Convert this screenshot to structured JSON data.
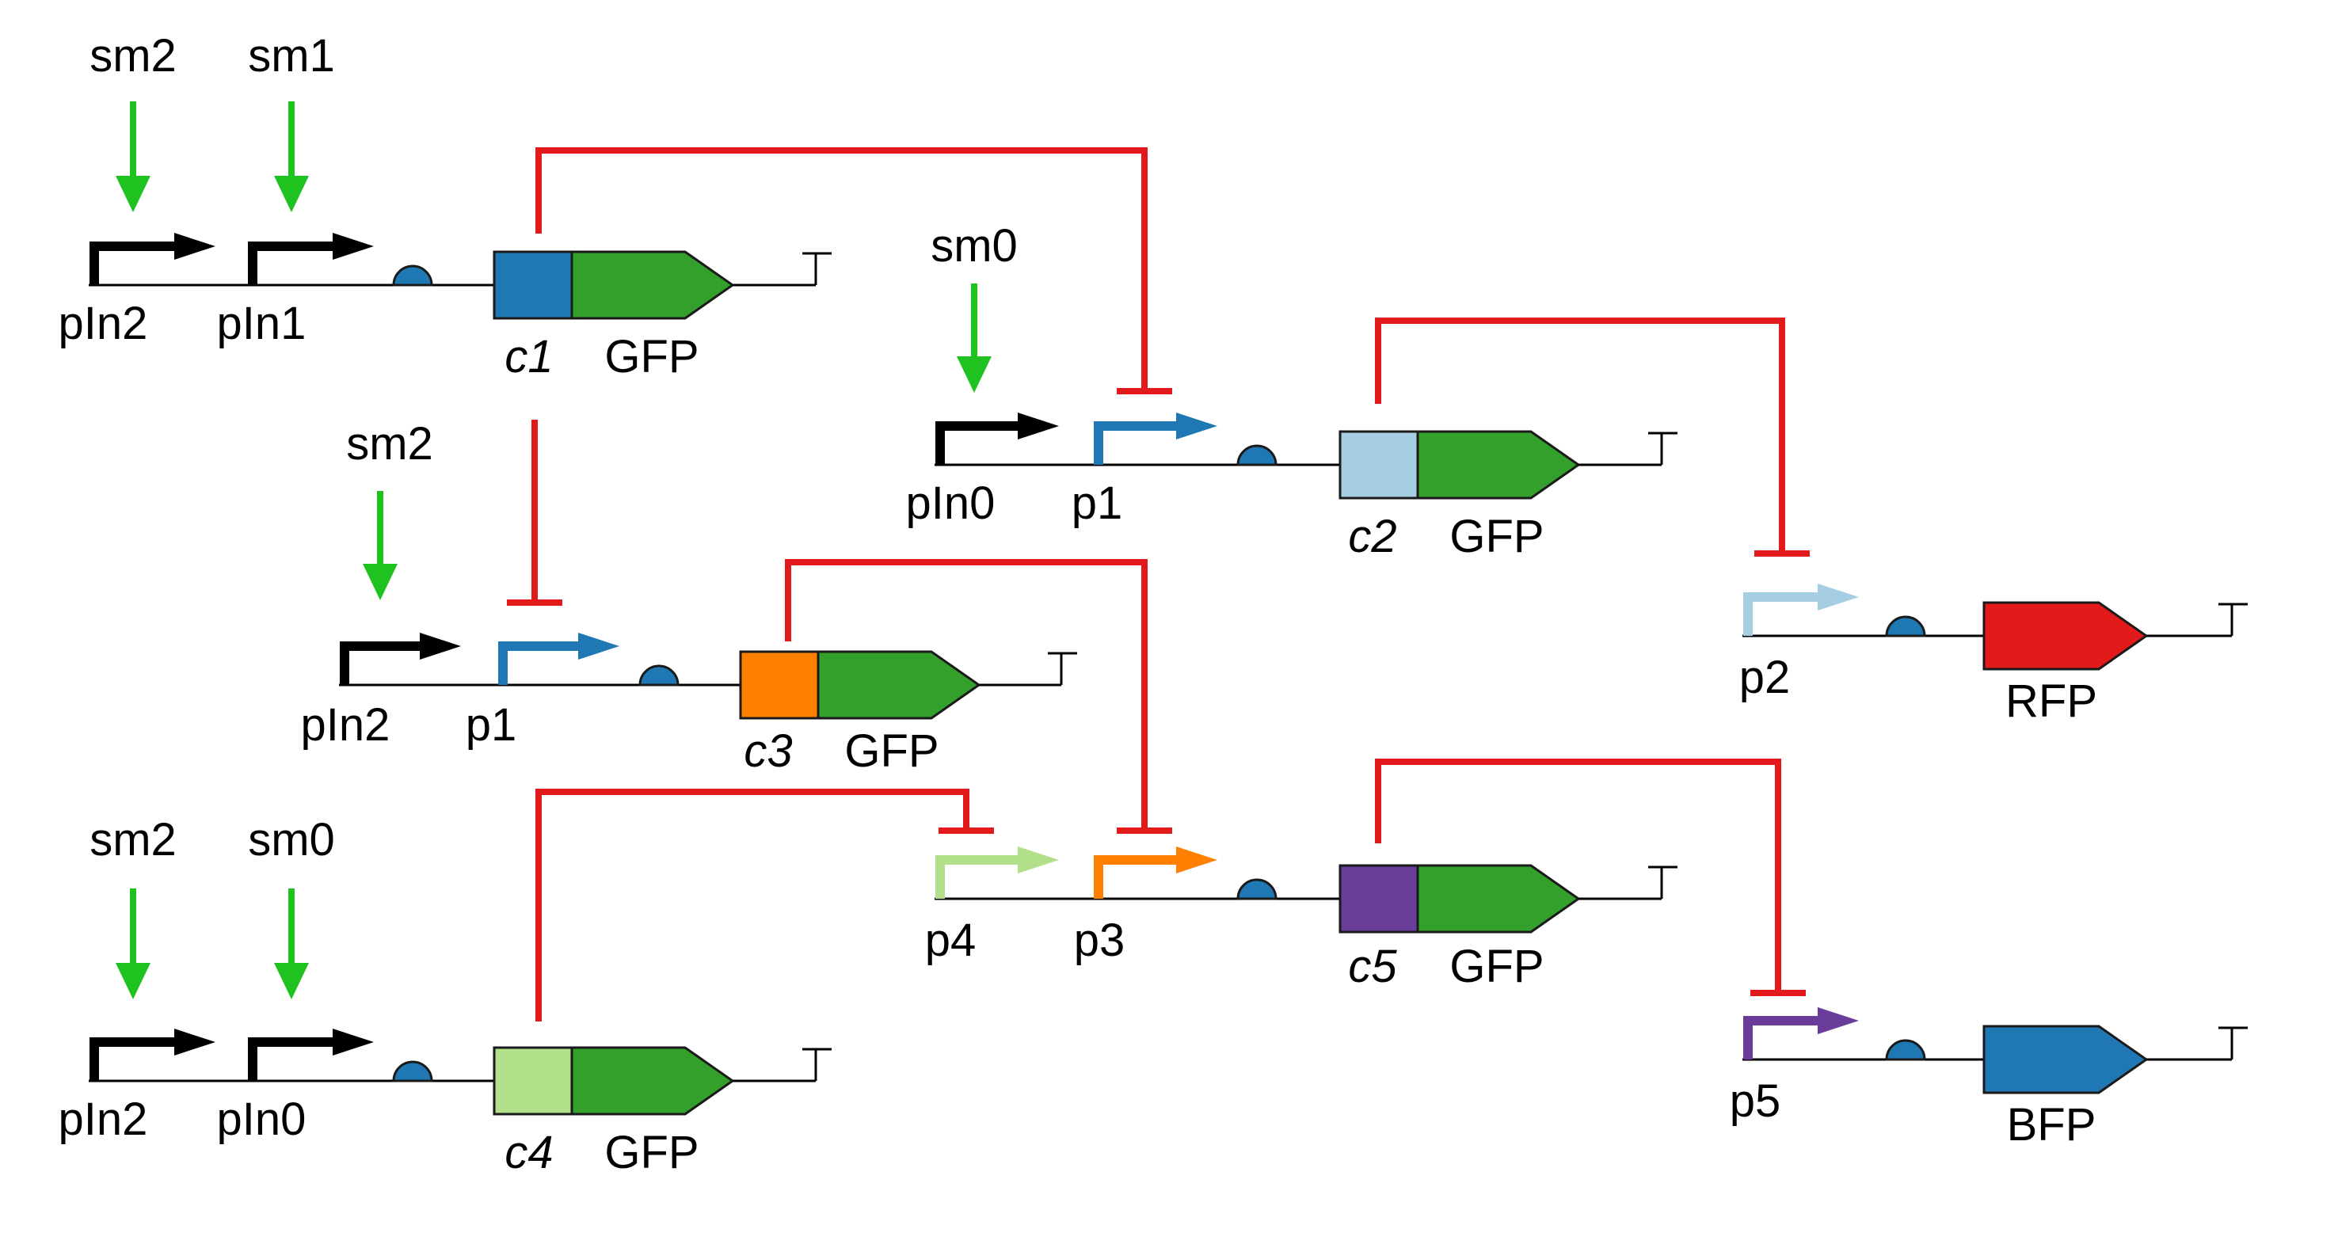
{
  "colors": {
    "backbone": "#000000",
    "repression": "#e31a1c",
    "inducer": "#1fc21f",
    "rbs": "#1f78b4",
    "gfp": "#33a02c",
    "rfp": "#e31a1c",
    "bfp": "#1f78b4",
    "c1": "#1f78b4",
    "c2": "#a6cee3",
    "c3": "#ff7f00",
    "c4": "#b2df8a",
    "c5": "#6a3d9a",
    "promoter_pIn": "#000000",
    "promoter_p1": "#1f78b4",
    "promoter_p2": "#a6cee3",
    "promoter_p3": "#ff7f00",
    "promoter_p4": "#b2df8a",
    "promoter_p5": "#6a3d9a"
  },
  "icons": {
    "promoter": "bent-arrow-icon",
    "rbs": "semicircle-icon",
    "cds": "pentagon-arrow-icon",
    "terminator": "t-shape-icon",
    "induction": "down-arrow-icon",
    "repression": "t-bar-inhibition-icon"
  },
  "constructs": {
    "a": {
      "inducers": [
        "sm2",
        "sm1"
      ],
      "promoters": [
        "pIn2",
        "pIn1"
      ],
      "repressor": "c1",
      "reporter": "GFP"
    },
    "b": {
      "inducers": [
        "sm0"
      ],
      "promoters": [
        "pIn0",
        "p1"
      ],
      "repressor": "c2",
      "reporter": "GFP"
    },
    "c": {
      "inducers": [
        "sm2"
      ],
      "promoters": [
        "pIn2",
        "p1"
      ],
      "repressor": "c3",
      "reporter": "GFP"
    },
    "d": {
      "promoters": [
        "p2"
      ],
      "reporter": "RFP"
    },
    "e": {
      "inducers": [
        "sm2",
        "sm0"
      ],
      "promoters": [
        "pIn2",
        "pIn0"
      ],
      "repressor": "c4",
      "reporter": "GFP"
    },
    "f": {
      "promoters": [
        "p4",
        "p3"
      ],
      "repressor": "c5",
      "reporter": "GFP"
    },
    "g": {
      "promoters": [
        "p5"
      ],
      "reporter": "BFP"
    }
  },
  "repressions": [
    {
      "from": "c1",
      "to": "p1"
    },
    {
      "from": "c1",
      "to": "p1"
    },
    {
      "from": "c2",
      "to": "p2"
    },
    {
      "from": "c3",
      "to": "p3"
    },
    {
      "from": "c4",
      "to": "p4"
    },
    {
      "from": "c5",
      "to": "p5"
    }
  ]
}
